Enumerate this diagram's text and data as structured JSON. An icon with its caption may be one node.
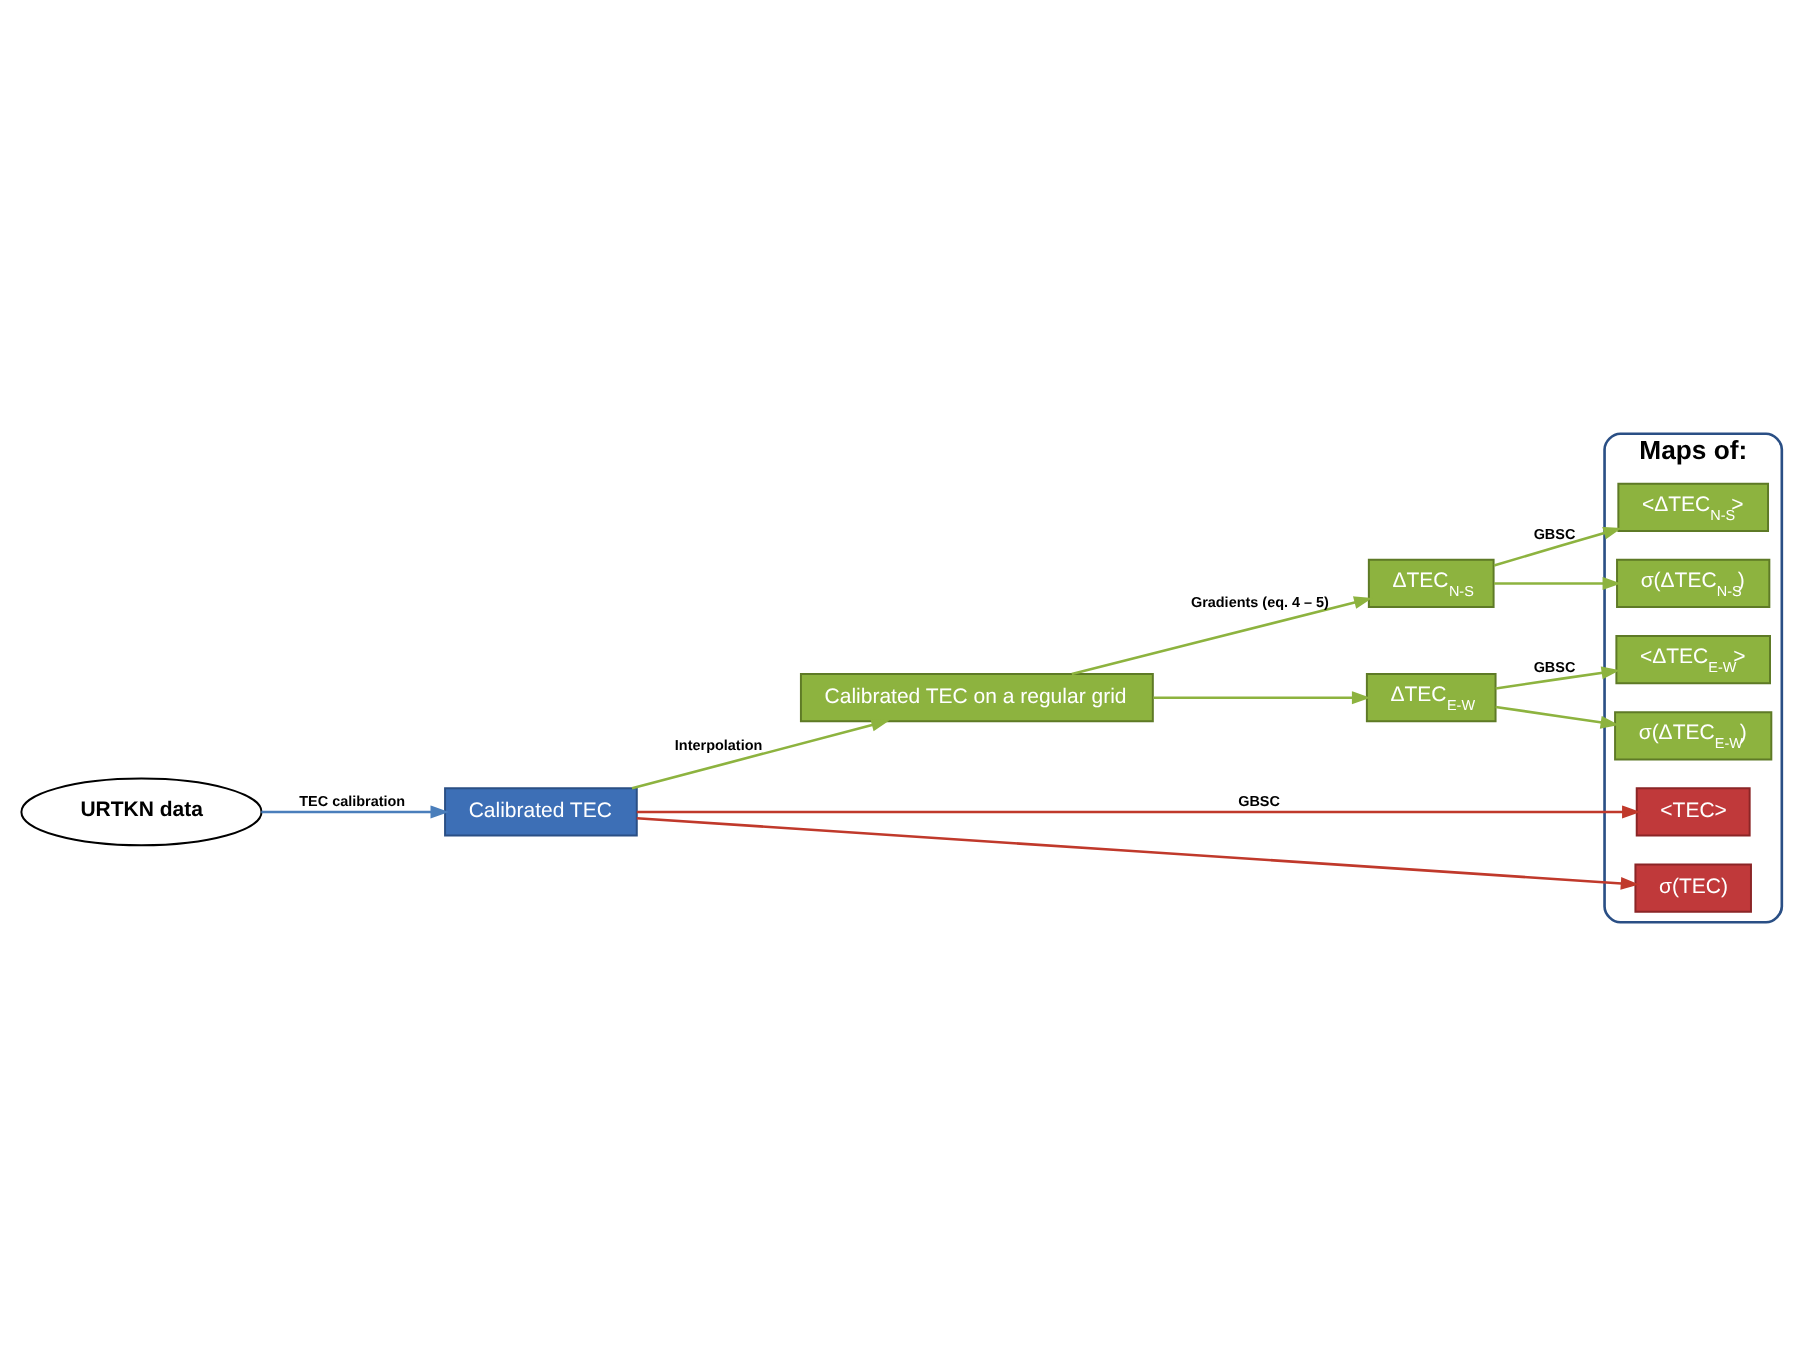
{
  "diagram": {
    "nodes": [
      {
        "text": [
          "URTKN data"
        ]
      },
      {
        "text": [
          "Calibrated TEC"
        ]
      },
      {
        "text": [
          "Calibrated TEC on a regular grid"
        ]
      },
      {
        "text": [
          "Maps of:"
        ]
      },
      {
        "text": [
          "ΔTEC$_{N-S}$"
        ]
      },
      {
        "text": [
          "<ΔTEC$_{N-S}$>"
        ],
        "in": 3
      },
      {
        "text": [
          "σ(ΔTEC$_{N-S}$)"
        ],
        "in": 3
      },
      {
        "text": [
          "ΔTEC$_{E-W}$"
        ]
      },
      {
        "text": [
          "<ΔTEC$_{E-W}$>"
        ],
        "in": 3
      },
      {
        "text": [
          "σ(ΔTEC$_{E-W}$)"
        ],
        "in": 3
      },
      {
        "text": [
          "<TEC>"
        ],
        "in": 3
      },
      {
        "text": [
          "σ(TEC)"
        ],
        "in": 3
      }
    ],
    "edges": [
      {
        "from": 0,
        "to": 1,
        "arrow": "to",
        "label": "TEC calibration",
        "color": "#4a7ebb"
      },
      {
        "from": 1,
        "to": 2,
        "arrow": "to",
        "label": "Interpolation"
      },
      {
        "from": 2,
        "to": 4,
        "arrow": "to",
        "label": "Gradients (eq. 4 – 5)"
      },
      {
        "from": 2,
        "to": 7,
        "arrow": "to"
      },
      {
        "from": 4,
        "to": 5,
        "arrow": "to",
        "label": "GBSC"
      },
      {
        "from": 4,
        "to": 6,
        "arrow": "to"
      },
      {
        "from": 7,
        "to": 8,
        "arrow": "to",
        "label": "GBSC"
      },
      {
        "from": 7,
        "to": 9,
        "arrow": "to"
      },
      {
        "from": 1,
        "to": 10,
        "arrow": "to",
        "label": "GBSC",
        "color": "#c0392b"
      },
      {
        "from": 1,
        "to": 11,
        "arrow": "to",
        "color": "#c0392b"
      }
    ]
  }
}
